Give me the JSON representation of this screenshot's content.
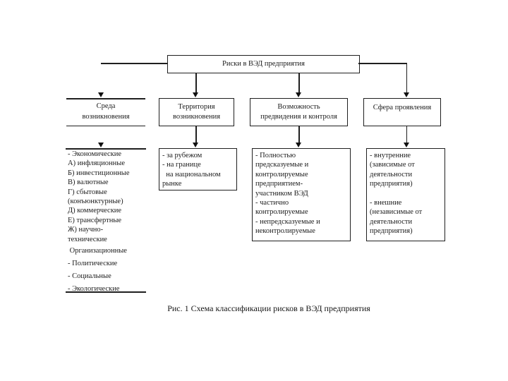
{
  "diagram": {
    "root_label": "Риски в ВЭД предприятия",
    "caption": "Рис. 1 Схема классификации рисков в ВЭД предприятия",
    "columns": [
      {
        "header_lines": [
          "Среда",
          "возникновения"
        ],
        "items_tight": [
          "- Экономические",
          "А) инфляционные",
          "Б) инвестиционные",
          "В) валютные",
          "Г) сбытовые",
          "(конъюнктурные)",
          "Д) коммерческие",
          "Е) трансфертные",
          "Ж) научно-",
          "технические"
        ],
        "items_spaced": [
          " Организационные",
          "- Политические",
          "- Социальные",
          "- Экологические"
        ]
      },
      {
        "header_lines": [
          "Территория",
          "возникновения"
        ],
        "items": [
          "- за рубежом",
          "- на границе",
          "  на национальном",
          "рынке"
        ]
      },
      {
        "header_lines": [
          "Возможность",
          "предвидения и контроля"
        ],
        "items": [
          "- Полностью",
          "предсказуемые и",
          "контролируемые",
          "предприятием-",
          "участником ВЭД",
          "- частично",
          "контролируемые",
          "- непредсказуемые и",
          "неконтролируемые"
        ]
      },
      {
        "header_lines": [
          "Сфера проявления"
        ],
        "items": [
          "- внутренние",
          "(зависимые от",
          "деятельности",
          "предприятия)",
          " ",
          "- внешние",
          "(независимые от",
          "деятельности",
          "предприятия)"
        ]
      }
    ]
  }
}
